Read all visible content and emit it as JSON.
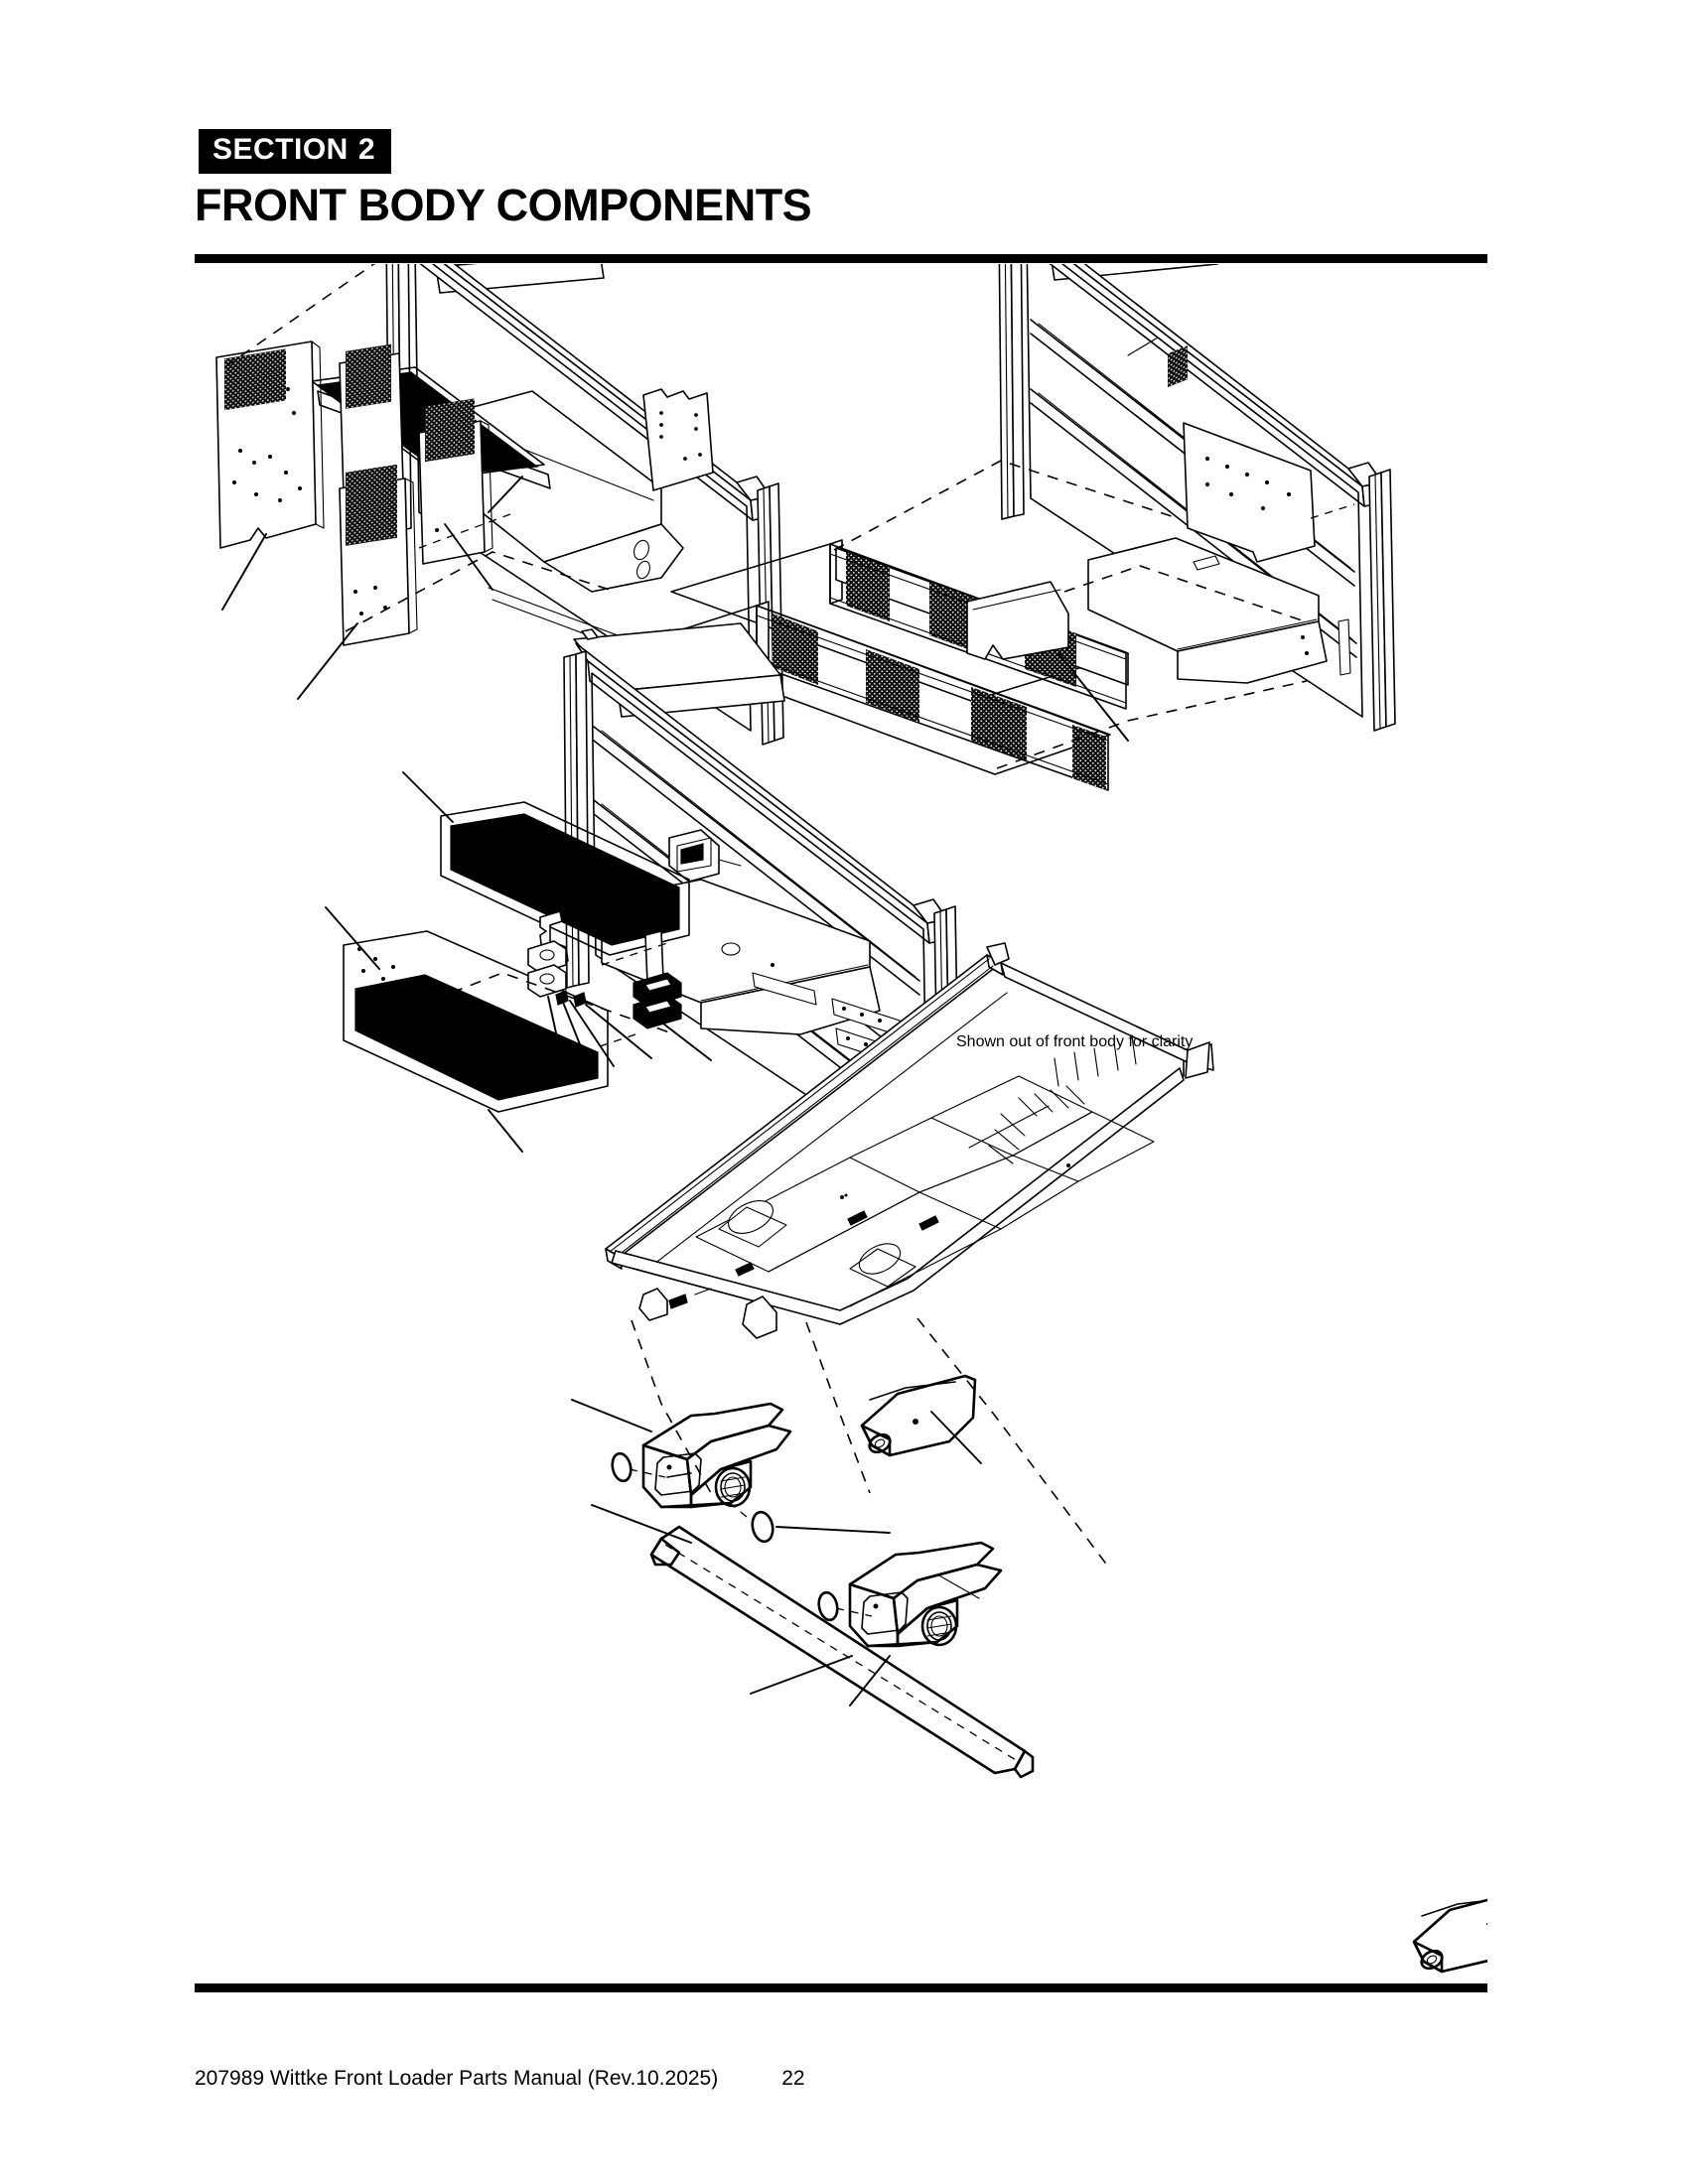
{
  "header": {
    "section_label": "SECTION",
    "section_number": "2",
    "title": "FRONT BODY COMPONENTS"
  },
  "figure": {
    "note": "Shown out of front body for clarity",
    "assemblies": [
      {
        "name": "front-body-left-assembly",
        "description": "Exploded isometric view of front body frame with perforated side screen panels"
      },
      {
        "name": "front-body-right-assembly",
        "description": "Exploded isometric view of front body frame with horizontal perforated screen rails"
      },
      {
        "name": "front-body-center-assembly",
        "description": "Exploded isometric view of front body frame with screen panels, brackets and mounting hardware"
      },
      {
        "name": "floor-and-fork-assembly",
        "description": "Exploded isometric view of body floor with fork arms, pivot tube, bushings and retainers"
      }
    ]
  },
  "footer": {
    "document": "207989 Wittke Front Loader Parts Manual (Rev.10.2025)",
    "page_number": "22"
  }
}
